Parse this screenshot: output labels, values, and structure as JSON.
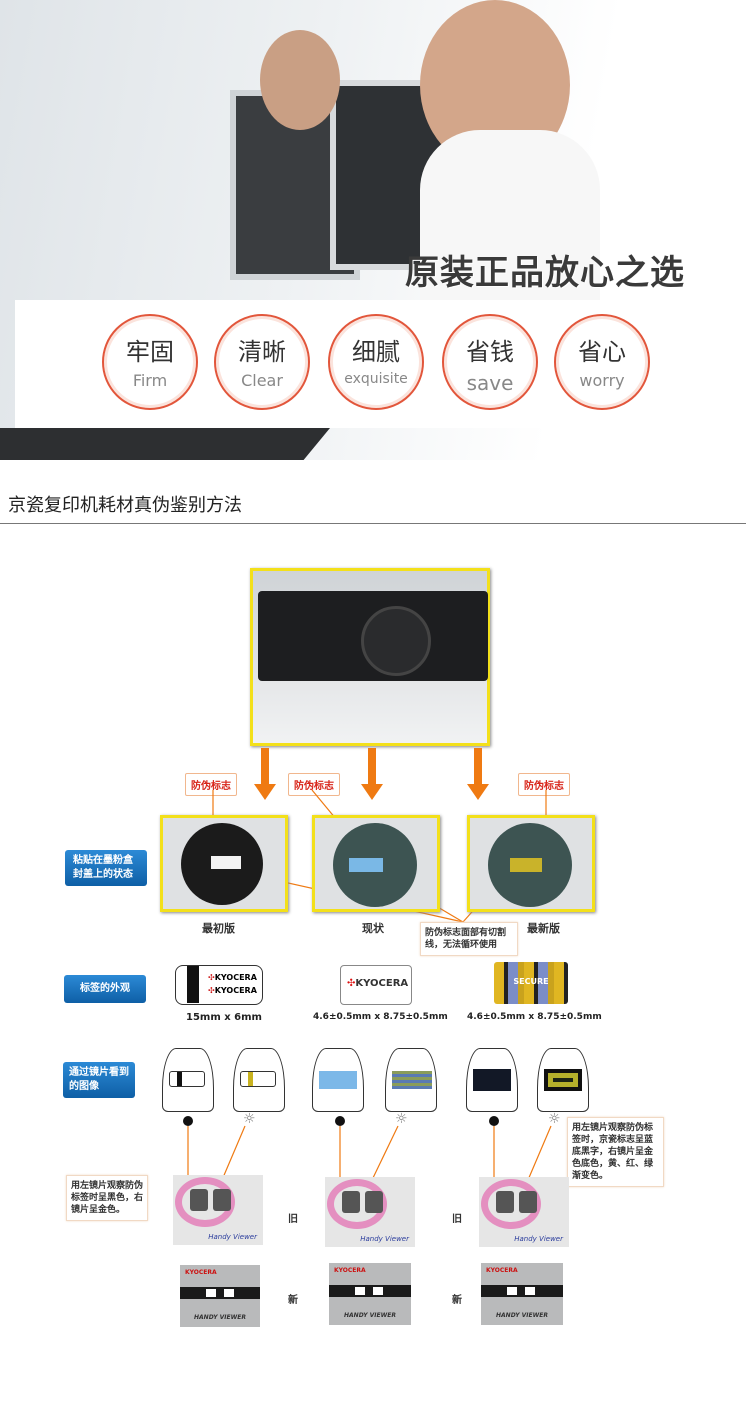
{
  "hero": {
    "slogan": "原装正品放心之选",
    "features": [
      {
        "cn": "牢固",
        "en": "Firm"
      },
      {
        "cn": "清晰",
        "en": "Clear"
      },
      {
        "cn": "细腻",
        "en": "exquisite"
      },
      {
        "cn": "省钱",
        "en": "save"
      },
      {
        "cn": "省心",
        "en": "worry"
      }
    ]
  },
  "section_title": "京瓷复印机耗材真伪鉴别方法",
  "diagram": {
    "mark_tag": "防伪标志",
    "row_labels": {
      "attached": "粘贴在墨粉盒封盖上的状态",
      "appearance": "标签的外观",
      "through_lens": "通过镜片看到的图像"
    },
    "versions": [
      "最初版",
      "现状",
      "最新版"
    ],
    "cut_note": "防伪标志面部有切割线，无法循环使用",
    "sizes": [
      "15mm x 6mm",
      "4.6±0.5mm x 8.75±0.5mm",
      "4.6±0.5mm x 8.75±0.5mm"
    ],
    "brand": "KYOCERA",
    "secure_text": "SECURE",
    "left_note": "用左镜片观察防伪标签时呈黑色，右镜片呈金色。",
    "right_note": "用左镜片观察防伪标签时，京瓷标志呈蓝底黑字，右镜片呈金色底色，黄、红、绿渐变色。",
    "old_label": "旧",
    "new_label": "新",
    "viewer_old": "Handy Viewer",
    "viewer_new": "HANDY VIEWER"
  }
}
